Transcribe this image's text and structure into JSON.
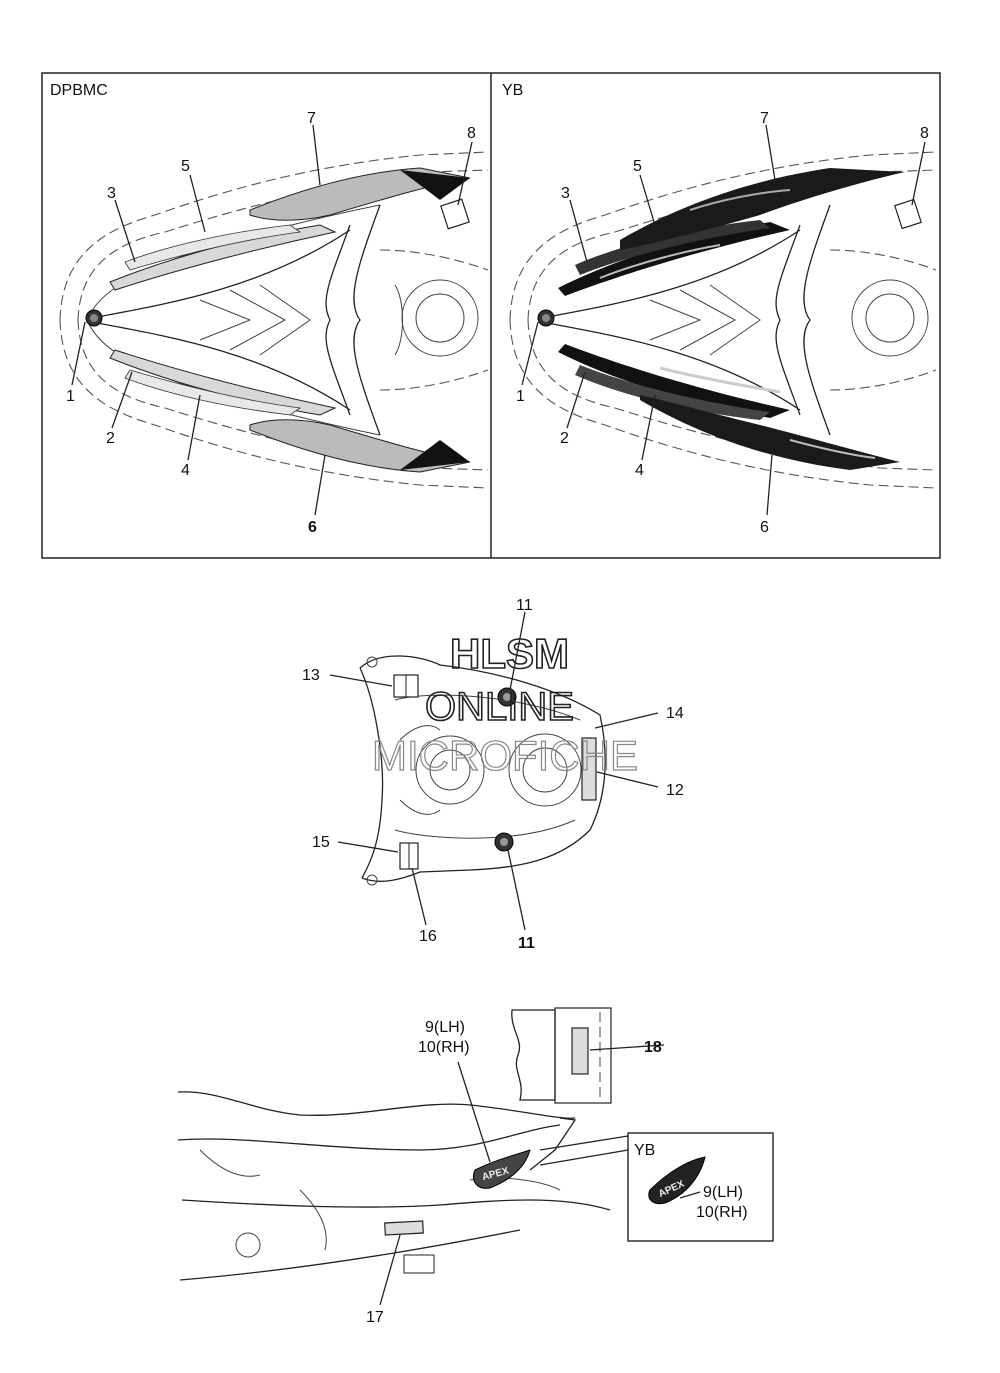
{
  "panels": [
    {
      "code": "DPBMC"
    },
    {
      "code": "YB"
    }
  ],
  "callouts_top_left": [
    "1",
    "2",
    "3",
    "4",
    "5",
    "6",
    "7",
    "8"
  ],
  "callouts_top_right": [
    "1",
    "2",
    "3",
    "4",
    "5",
    "6",
    "7",
    "8"
  ],
  "callouts_middle": {
    "c11a": "11",
    "c11b": "11",
    "c12": "12",
    "c13": "13",
    "c14": "14",
    "c15": "15",
    "c16": "16"
  },
  "callouts_bottom": {
    "c9": "9(LH)",
    "c10": "10(RH)",
    "c18": "18",
    "c17": "17",
    "inset_code": "YB",
    "i9": "9(LH)",
    "i10": "10(RH)"
  },
  "watermark": {
    "line1": "HLSM",
    "line2": "ONLINE",
    "line3": "MICROFICHE"
  },
  "decal_text": "APEX"
}
